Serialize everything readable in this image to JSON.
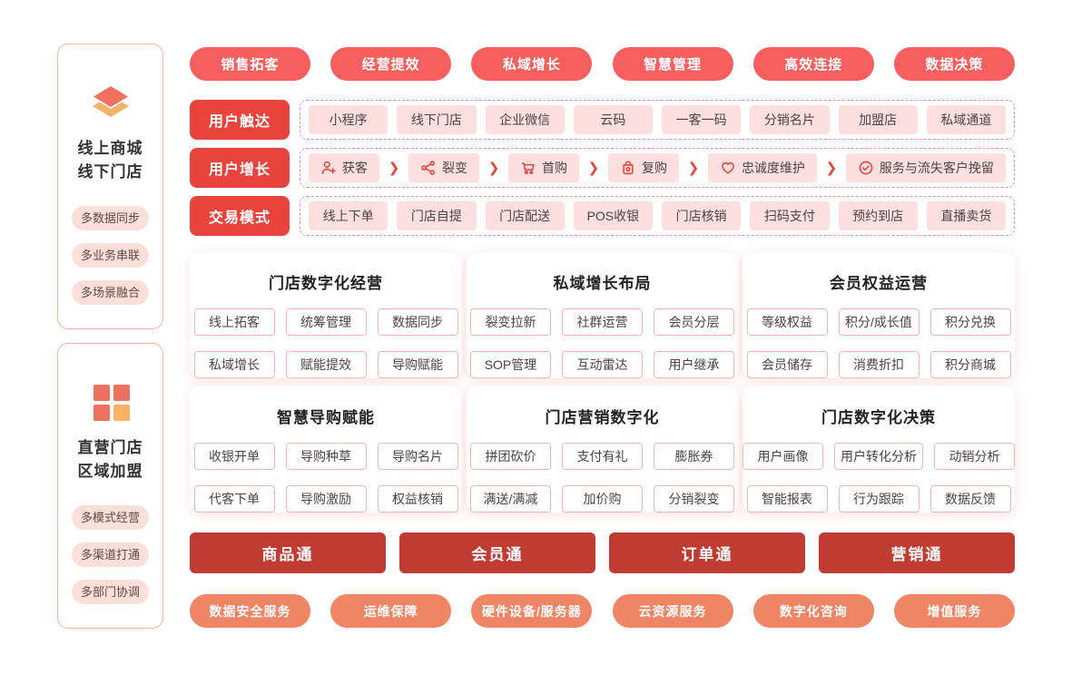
{
  "colors": {
    "pill_red": "#f75f5e",
    "label_red": "#e8443d",
    "dark_red": "#c23b33",
    "pill_orange": "#f08565",
    "chip_pink_bg": "#fcdfde",
    "card_chip_border": "#f3b7b2",
    "icon_coral": "#f3705f",
    "icon_orange": "#f8b169",
    "growth_icon_red": "#e8433c"
  },
  "sidebar": {
    "boxes": [
      {
        "icon": "layers-icon",
        "title_line1": "线上商城",
        "title_line2": "线下门店",
        "tags": [
          "多数据同步",
          "多业务串联",
          "多场景融合"
        ]
      },
      {
        "icon": "grid-icon",
        "title_line1": "直营门店",
        "title_line2": "区域加盟",
        "tags": [
          "多模式经营",
          "多渠道打通",
          "多部门协调"
        ]
      }
    ]
  },
  "top_pills": [
    "销售拓客",
    "经营提效",
    "私域增长",
    "智慧管理",
    "高效连接",
    "数据决策"
  ],
  "rows": [
    {
      "label": "用户触达",
      "items": [
        "小程序",
        "线下门店",
        "企业微信",
        "云码",
        "一客一码",
        "分销名片",
        "加盟店",
        "私域通道"
      ]
    },
    {
      "label": "用户增长",
      "items": [
        {
          "icon": "user-plus-icon",
          "text": "获客"
        },
        {
          "icon": "share-nodes-icon",
          "text": "裂变"
        },
        {
          "icon": "cart-icon",
          "text": "首购"
        },
        {
          "icon": "bag-icon",
          "text": "复购"
        },
        {
          "icon": "heart-icon",
          "text": "忠诚度维护"
        },
        {
          "icon": "circle-check-icon",
          "text": "服务与流失客户挽留"
        }
      ]
    },
    {
      "label": "交易模式",
      "items": [
        "线上下单",
        "门店自提",
        "门店配送",
        "POS收银",
        "门店核销",
        "扫码支付",
        "预约到店",
        "直播卖货"
      ]
    }
  ],
  "cards": [
    {
      "title": "门店数字化经营",
      "items": [
        "线上拓客",
        "统筹管理",
        "数据同步",
        "私域增长",
        "赋能提效",
        "导购赋能"
      ]
    },
    {
      "title": "私域增长布局",
      "items": [
        "裂变拉新",
        "社群运营",
        "会员分层",
        "SOP管理",
        "互动雷达",
        "用户继承"
      ]
    },
    {
      "title": "会员权益运营",
      "items": [
        "等级权益",
        "积分/成长值",
        "积分兑换",
        "会员储存",
        "消费折扣",
        "积分商城"
      ]
    },
    {
      "title": "智慧导购赋能",
      "items": [
        "收银开单",
        "导购种草",
        "导购名片",
        "代客下单",
        "导购激励",
        "权益核销"
      ]
    },
    {
      "title": "门店营销数字化",
      "items": [
        "拼团砍价",
        "支付有礼",
        "膨胀券",
        "满送/满减",
        "加价购",
        "分销裂变"
      ]
    },
    {
      "title": "门店数字化决策",
      "items": [
        "用户画像",
        "用户转化分析",
        "动销分析",
        "智能报表",
        "行为跟踪",
        "数据反馈"
      ]
    }
  ],
  "bottom_buttons": [
    "商品通",
    "会员通",
    "订单通",
    "营销通"
  ],
  "bottom_pills": [
    "数据安全服务",
    "运维保障",
    "硬件设备/服务器",
    "云资源服务",
    "数字化咨询",
    "增值服务"
  ]
}
